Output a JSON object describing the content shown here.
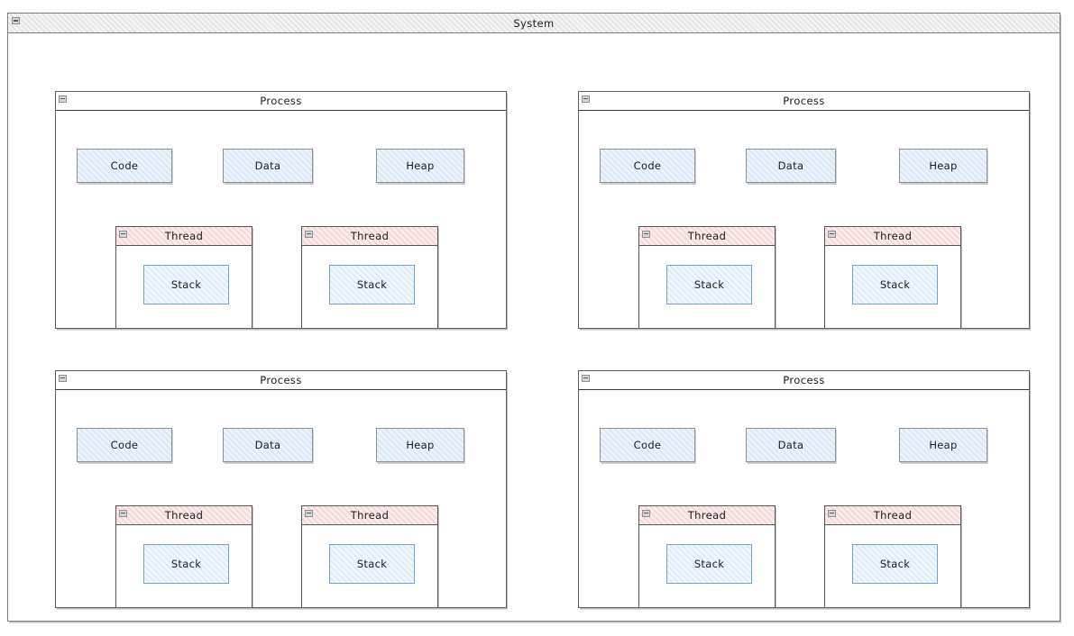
{
  "system": {
    "title": "System",
    "window_button_icon": "minimize-icon",
    "border_color": "#7d7d7d",
    "titlebar_fill": "#f3f3f3"
  },
  "labels": {
    "process": "Process",
    "thread": "Thread",
    "code": "Code",
    "data": "Data",
    "heap": "Heap",
    "stack": "Stack"
  },
  "colors": {
    "segment_fill": "#eaf3fb",
    "segment_border": "#8b8f93",
    "thread_titlebar_fill": "#fbeaea",
    "thread_border": "#555555",
    "stack_fill": "#eef5fc",
    "stack_border": "#6fa3d6",
    "process_border": "#5f5f5f",
    "text": "#1b1b1b"
  },
  "processes": [
    {
      "title": "Process",
      "segments": [
        {
          "label": "Code"
        },
        {
          "label": "Data"
        },
        {
          "label": "Heap"
        }
      ],
      "threads": [
        {
          "title": "Thread",
          "stack": {
            "label": "Stack"
          }
        },
        {
          "title": "Thread",
          "stack": {
            "label": "Stack"
          }
        }
      ]
    },
    {
      "title": "Process",
      "segments": [
        {
          "label": "Code"
        },
        {
          "label": "Data"
        },
        {
          "label": "Heap"
        }
      ],
      "threads": [
        {
          "title": "Thread",
          "stack": {
            "label": "Stack"
          }
        },
        {
          "title": "Thread",
          "stack": {
            "label": "Stack"
          }
        }
      ]
    },
    {
      "title": "Process",
      "segments": [
        {
          "label": "Code"
        },
        {
          "label": "Data"
        },
        {
          "label": "Heap"
        }
      ],
      "threads": [
        {
          "title": "Thread",
          "stack": {
            "label": "Stack"
          }
        },
        {
          "title": "Thread",
          "stack": {
            "label": "Stack"
          }
        }
      ]
    },
    {
      "title": "Process",
      "segments": [
        {
          "label": "Code"
        },
        {
          "label": "Data"
        },
        {
          "label": "Heap"
        }
      ],
      "threads": [
        {
          "title": "Thread",
          "stack": {
            "label": "Stack"
          }
        },
        {
          "title": "Thread",
          "stack": {
            "label": "Stack"
          }
        }
      ]
    }
  ]
}
